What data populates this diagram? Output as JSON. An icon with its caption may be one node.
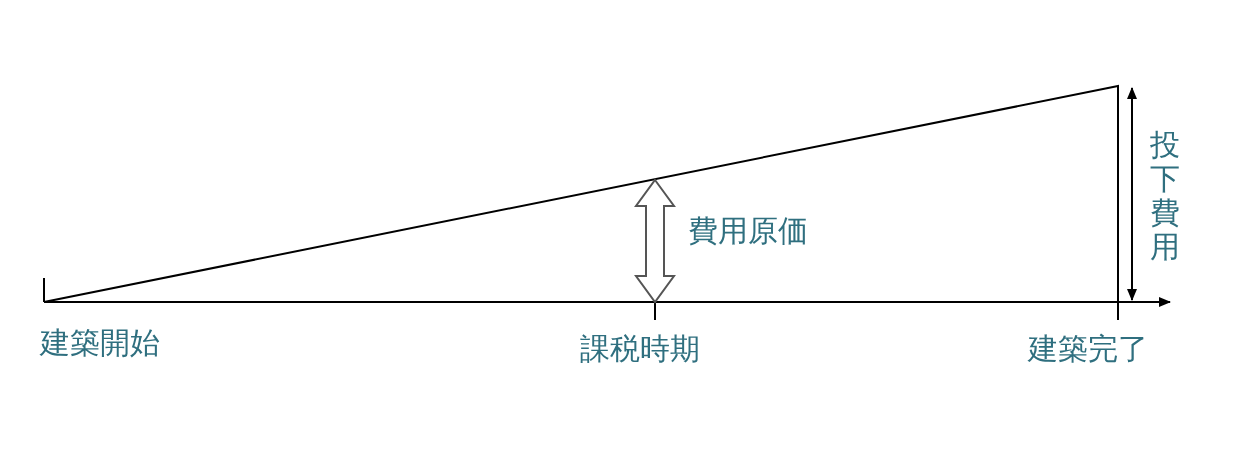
{
  "diagram": {
    "labels": [
      "投下費用",
      "費用原価",
      "建築開始",
      "課税時期",
      "建築完了"
    ]
  }
}
